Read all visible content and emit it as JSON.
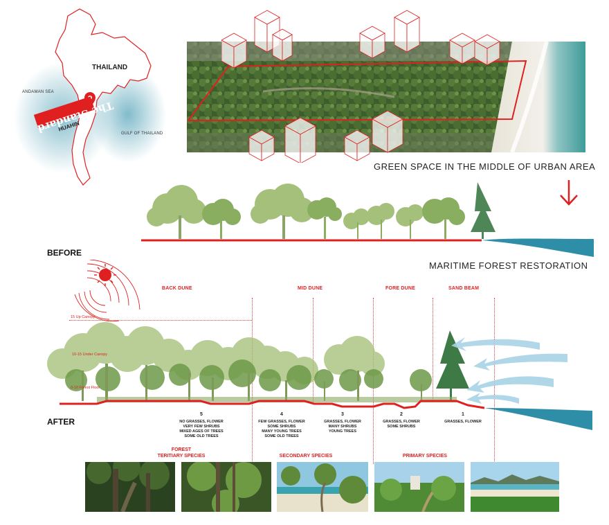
{
  "map": {
    "country": "THAILAND",
    "sea_west": "ANDAMAN SEA",
    "gulf": "GULF OF THAILAND",
    "brand": "The Standard",
    "city": "HUAHIN"
  },
  "headings": {
    "green_space": "GREEN SPACE IN THE MIDDLE OF URBAN AREA",
    "restoration": "MARITIME FOREST RESTORATION"
  },
  "phases": {
    "before": "BEFORE",
    "after": "AFTER"
  },
  "zones": [
    "BACK DUNE",
    "MID DUNE",
    "FORE DUNE",
    "SAND BEAM"
  ],
  "canopy_levels": [
    "15 Up Canopy",
    "10-15 Under Canopy",
    "0-10 Forest Floor"
  ],
  "stages": [
    {
      "num": "5",
      "lines": [
        "NO GRASSES, FLOWER",
        "VERY FEW SHRUBS",
        "MIXED AGES OF TREES",
        "SOME OLD TREES"
      ]
    },
    {
      "num": "4",
      "lines": [
        "FEW GRASSES, FLOWER",
        "SOME SHRUBS",
        "MANY YOUNG TREES",
        "SOME OLD TREES"
      ]
    },
    {
      "num": "3",
      "lines": [
        "GRASSES, FLOWER",
        "MANY SHRUBS",
        "YOUNG TREES"
      ]
    },
    {
      "num": "2",
      "lines": [
        "GRASSES, FLOWER",
        "SOME SHRUBS"
      ]
    },
    {
      "num": "1",
      "lines": [
        "GRASSES, FLOWER"
      ]
    }
  ],
  "species": {
    "forest": "FOREST",
    "tertiary": "TERITIARY SPECIES",
    "secondary": "SECONDARY SPECIES",
    "primary": "PRIMARY SPECIES"
  },
  "colors": {
    "accent_red": "#e02020",
    "sea_blue": "#2e8ea8",
    "tree_green": "#7fa65a",
    "wind_blue": "#a8d3e6"
  },
  "icons": [
    "sun-icon",
    "down-arrow-icon",
    "location-pin-icon"
  ]
}
